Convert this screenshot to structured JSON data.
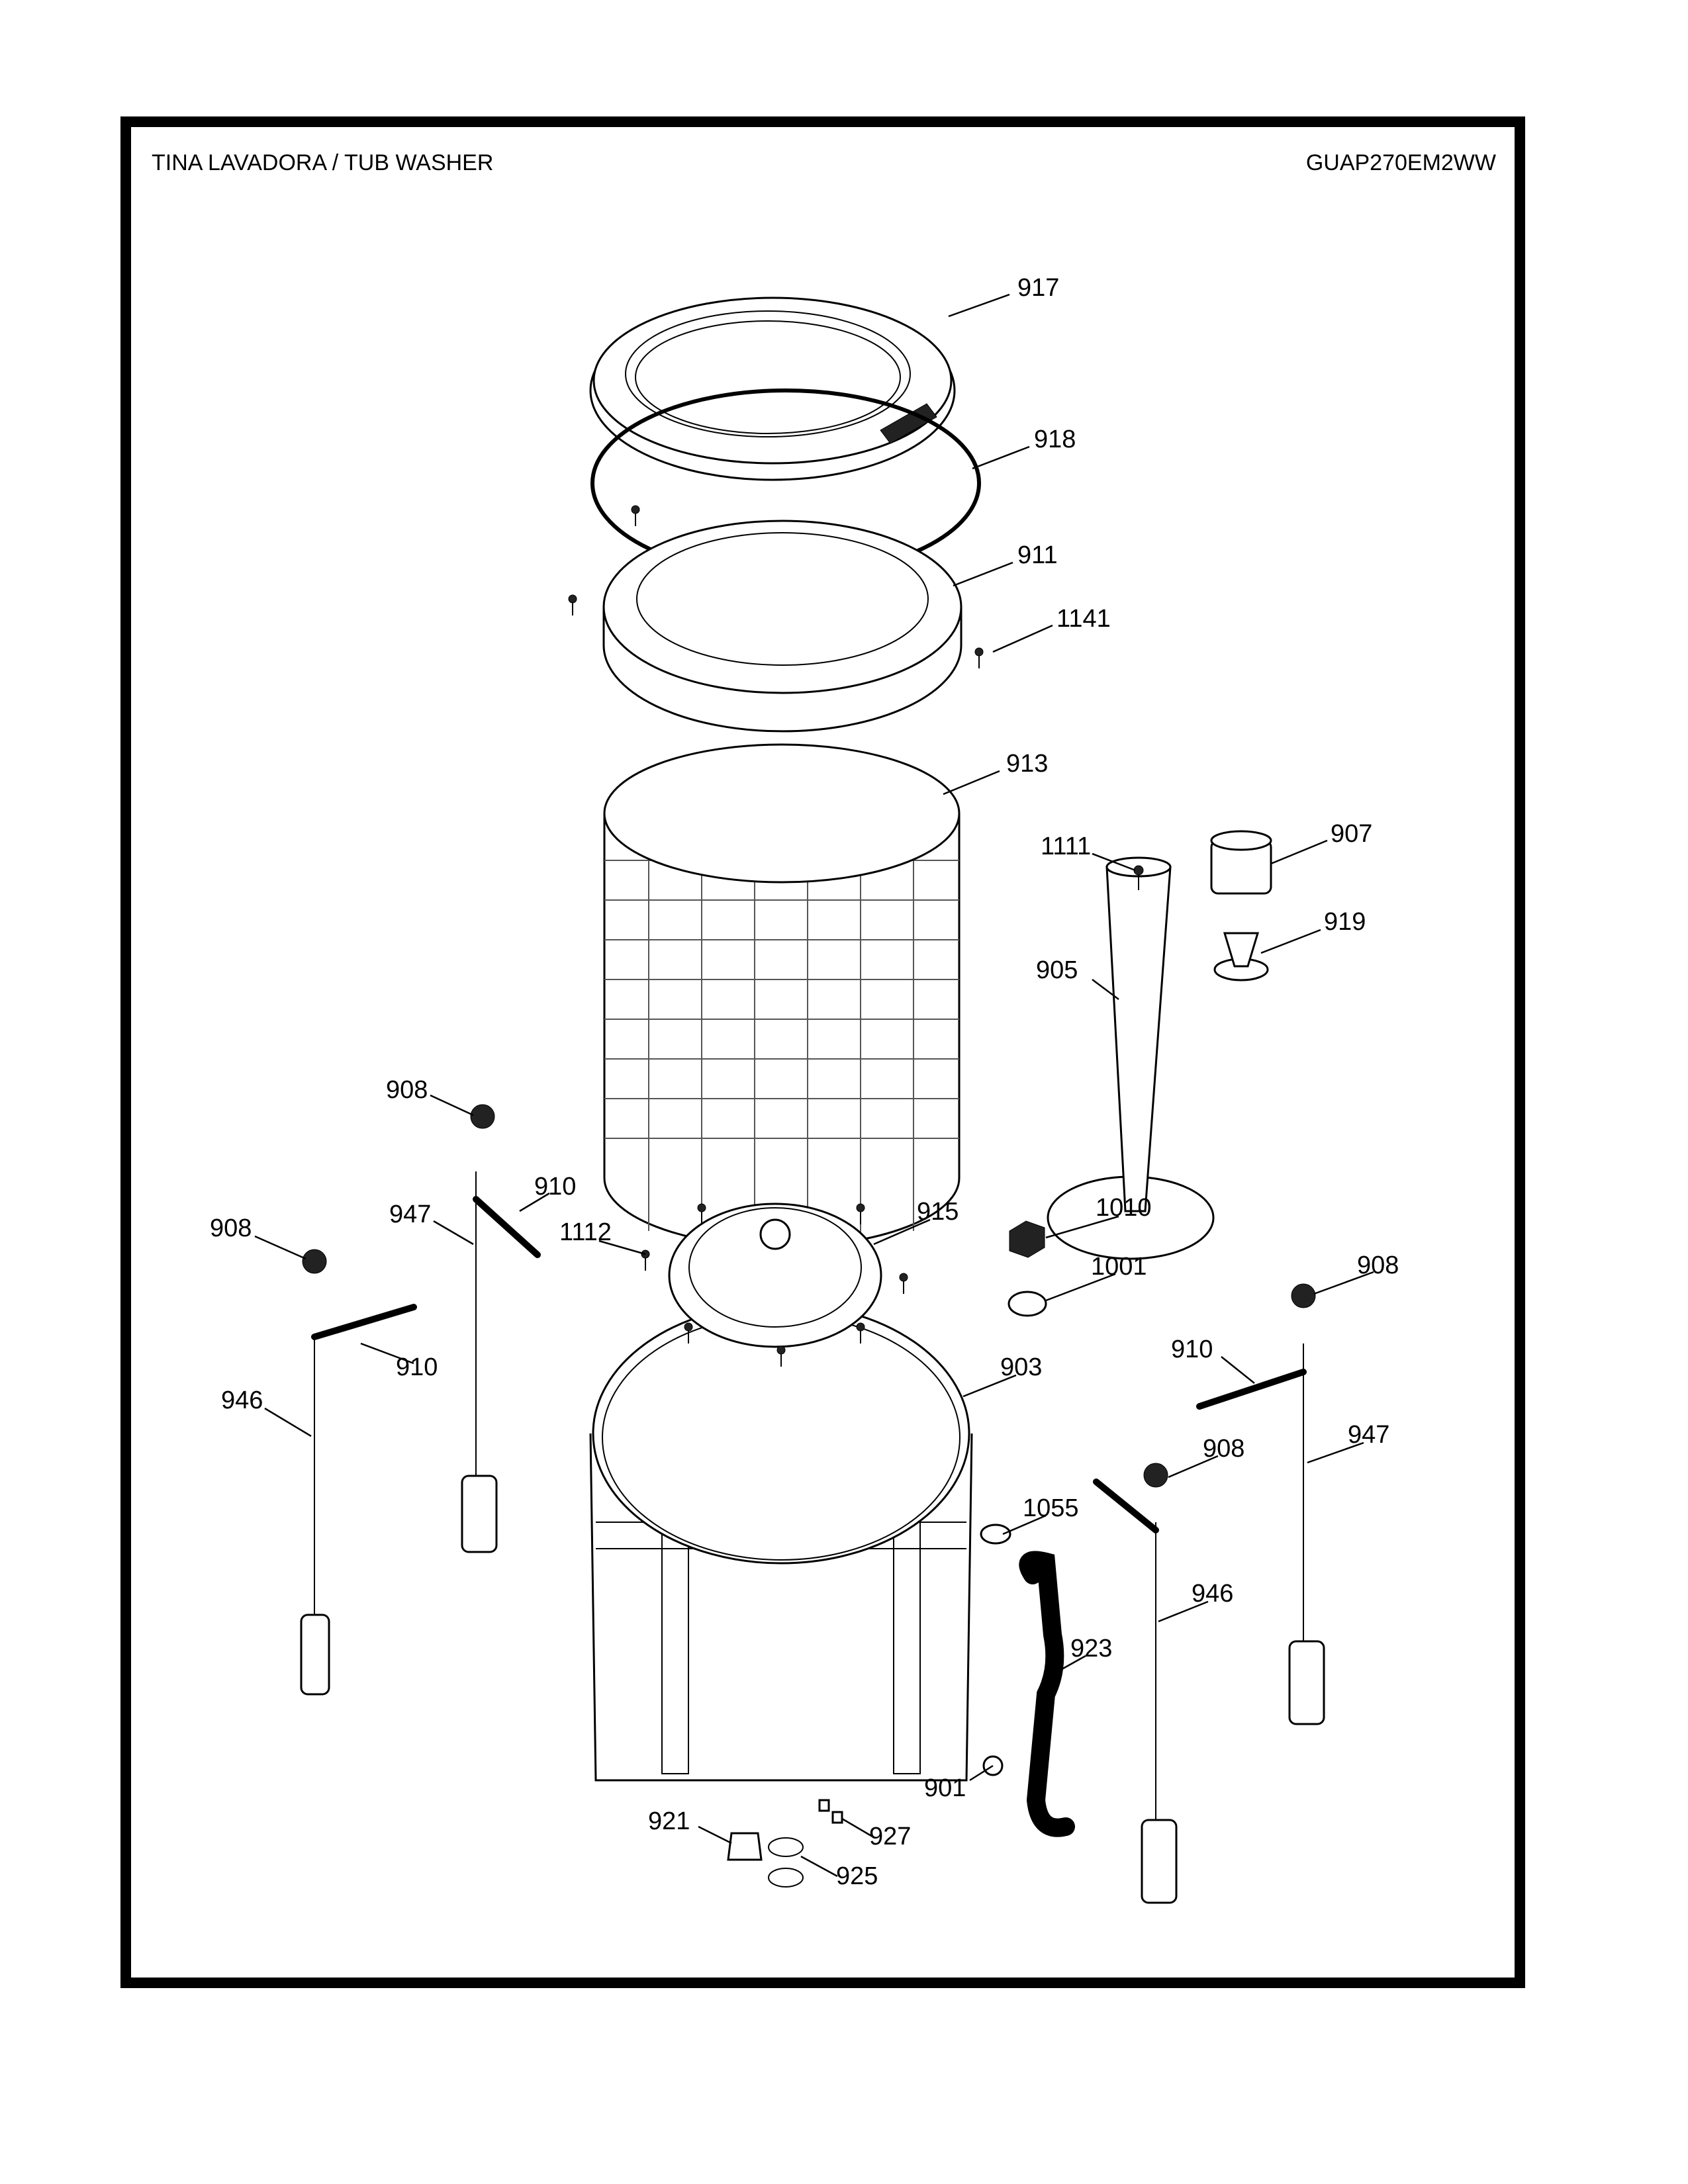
{
  "header": {
    "title": "TINA LAVADORA / TUB WASHER",
    "model": "GUAP270EM2WW"
  },
  "callouts": {
    "c917": "917",
    "c918": "918",
    "c911": "911",
    "c1141": "1141",
    "c913": "913",
    "c907": "907",
    "c1111": "1111",
    "c919": "919",
    "c905": "905",
    "c908a": "908",
    "c910a": "910",
    "c947a": "947",
    "c908b": "908",
    "c1112": "1112",
    "c915": "915",
    "c1010": "1010",
    "c1001": "1001",
    "c908c": "908",
    "c910b": "910",
    "c946a": "946",
    "c910c": "910",
    "c903": "903",
    "c947b": "947",
    "c908d": "908",
    "c1055": "1055",
    "c946b": "946",
    "c923": "923",
    "c901": "901",
    "c921": "921",
    "c927": "927",
    "c925": "925"
  }
}
